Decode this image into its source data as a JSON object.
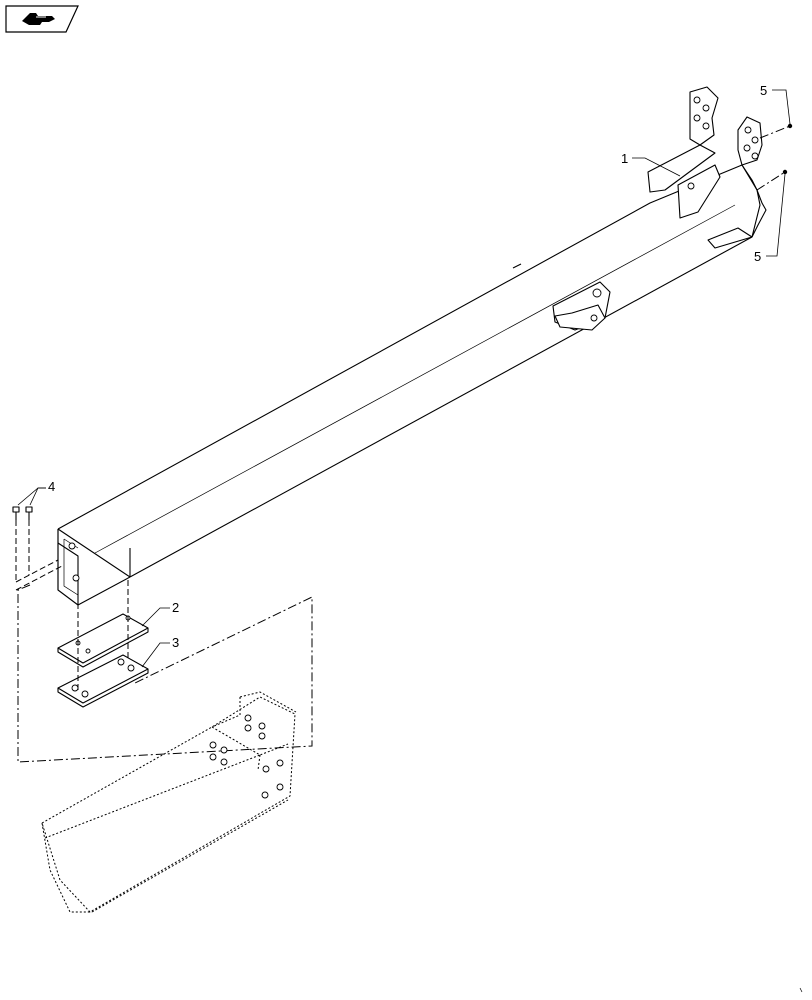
{
  "colors": {
    "line": "#000000",
    "background": "#ffffff"
  },
  "icons": {
    "nav_icon": "hand-pointer-icon"
  },
  "callouts": {
    "c1": "1",
    "c2": "2",
    "c3": "3",
    "c4": "4",
    "c5_top": "5",
    "c5_bottom": "5"
  }
}
